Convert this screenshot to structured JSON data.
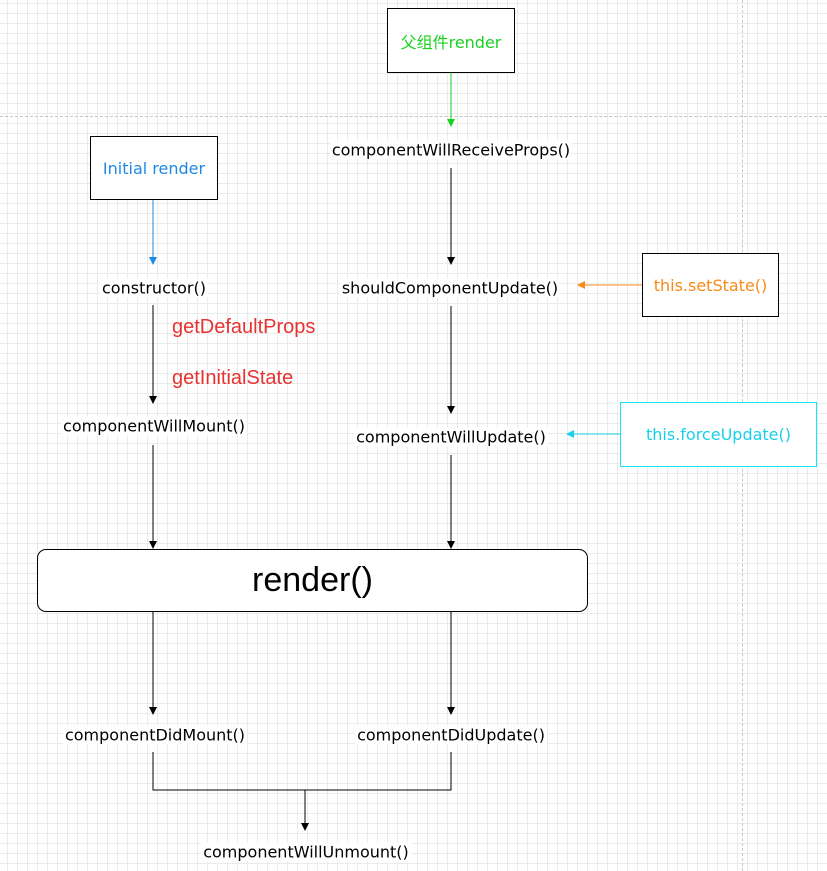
{
  "colors": {
    "parent_render": "#18d21e",
    "initial_render": "#1e88e6",
    "set_state": "#f88a18",
    "force_update": "#18d0ea",
    "annotation": "#e83232",
    "line": "#000000"
  },
  "triggers": {
    "parent_render": "父组件render",
    "initial_render": "Initial render",
    "set_state": "this.setState()",
    "force_update": "this.forceUpdate()"
  },
  "mount_phase": {
    "constructor": "constructor()",
    "component_will_mount": "componentWillMount()",
    "component_did_mount": "componentDidMount()"
  },
  "update_phase": {
    "component_will_receive_props": "componentWillReceiveProps()",
    "should_component_update": "shouldComponentUpdate()",
    "component_will_update": "componentWillUpdate()",
    "component_did_update": "componentDidUpdate()"
  },
  "annotations": {
    "get_default_props": "getDefaultProps",
    "get_initial_state": "getInitialState"
  },
  "render_node": "render()",
  "unmount": {
    "component_will_unmount": "componentWillUnmount()"
  }
}
